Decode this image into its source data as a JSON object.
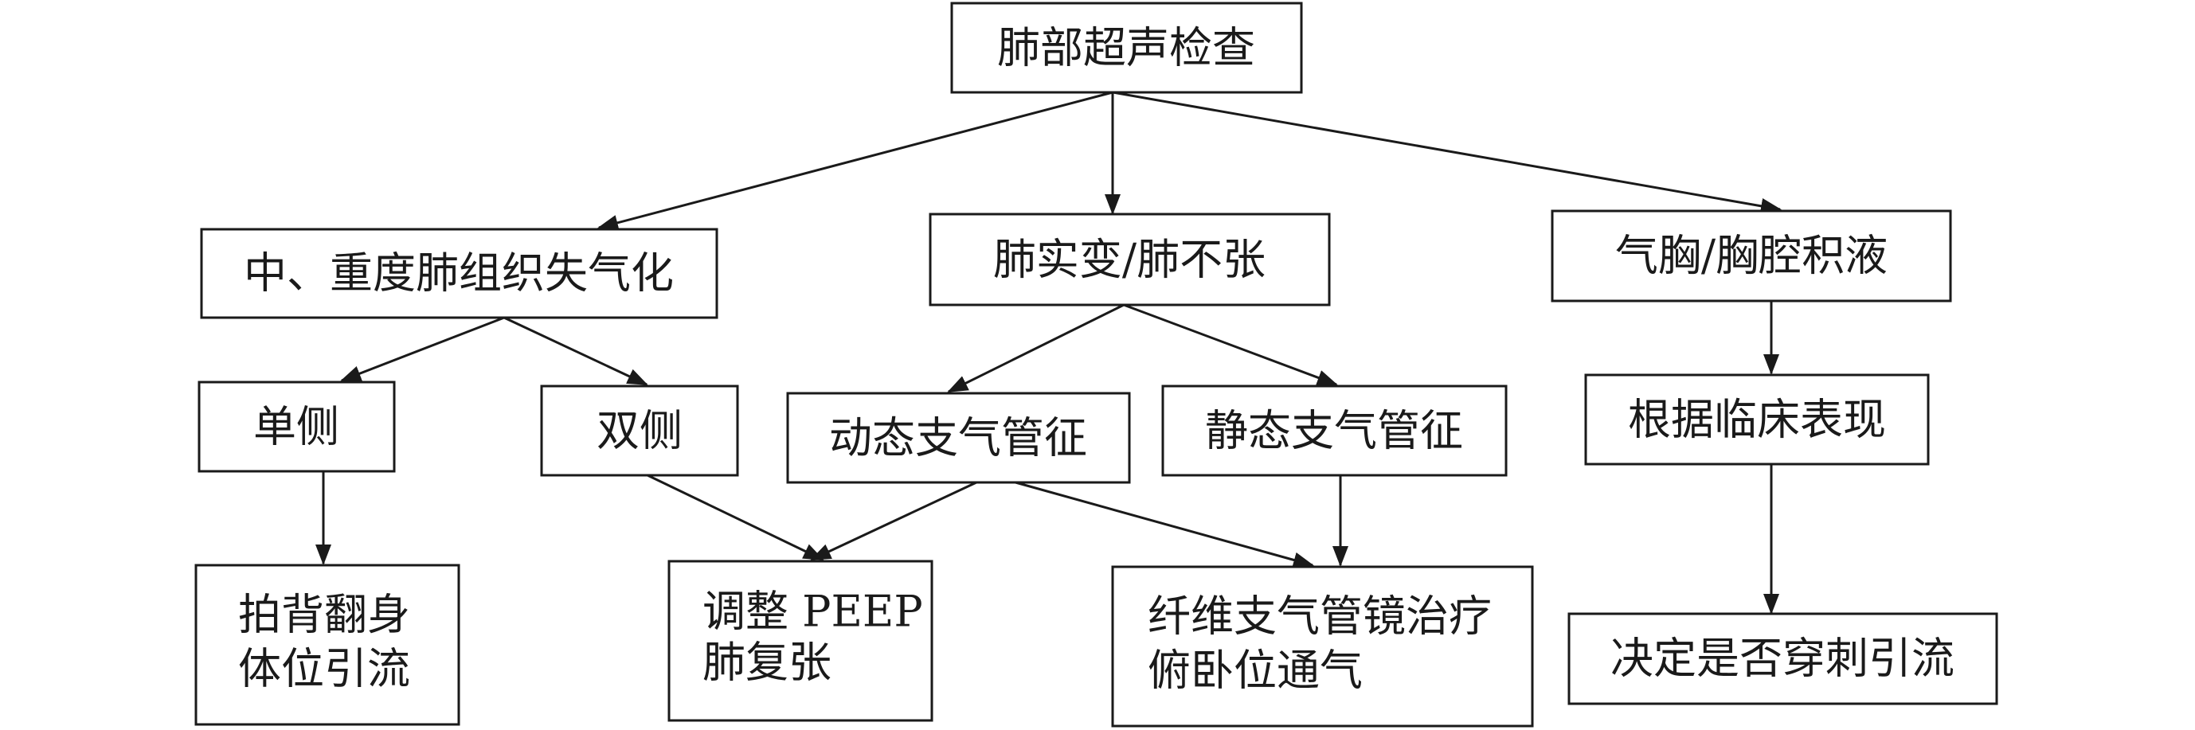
{
  "nodes": {
    "root": {
      "lines": [
        "肺部超声检查"
      ]
    },
    "severe": {
      "lines": [
        "中、重度肺组织失气化"
      ]
    },
    "consolidation": {
      "lines": [
        "肺实变/肺不张"
      ]
    },
    "pneumothorax": {
      "lines": [
        "气胸/胸腔积液"
      ]
    },
    "unilateral": {
      "lines": [
        "单侧"
      ]
    },
    "bilateral": {
      "lines": [
        "双侧"
      ]
    },
    "dynamic": {
      "lines": [
        "动态支气管征"
      ]
    },
    "static": {
      "lines": [
        "静态支气管征"
      ]
    },
    "clinical": {
      "lines": [
        "根据临床表现"
      ]
    },
    "percussion": {
      "lines": [
        "拍背翻身",
        "体位引流"
      ]
    },
    "peep": {
      "lines": [
        "调整 PEEP",
        "肺复张"
      ]
    },
    "bronchoscopy": {
      "lines": [
        "纤维支气管镜治疗",
        "俯卧位通气"
      ]
    },
    "drainage": {
      "lines": [
        "决定是否穿刺引流"
      ]
    }
  }
}
